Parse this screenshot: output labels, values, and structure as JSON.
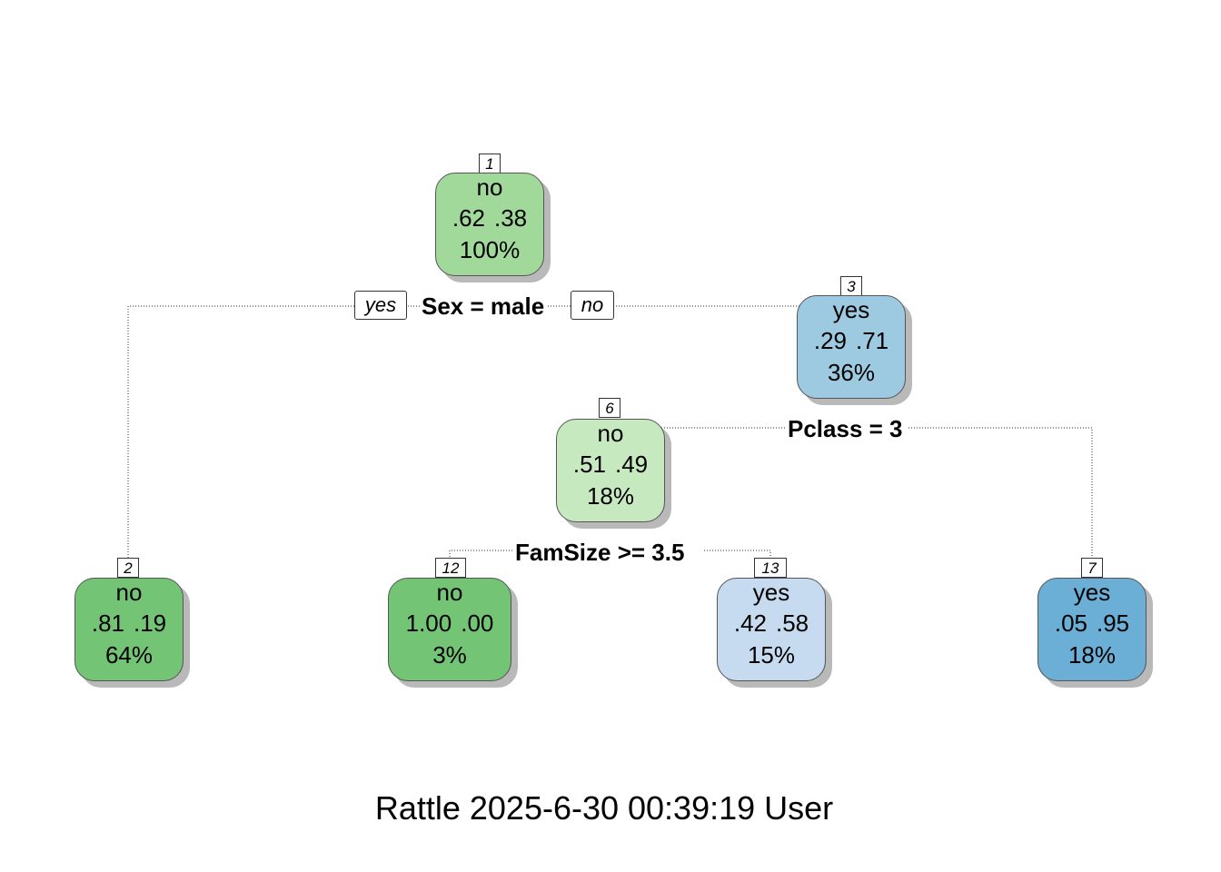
{
  "nodes": [
    {
      "id": "1",
      "label": "no",
      "p_no": ".62",
      "p_yes": ".38",
      "pct": "100%",
      "color": "#a1d99b"
    },
    {
      "id": "3",
      "label": "yes",
      "p_no": ".29",
      "p_yes": ".71",
      "pct": "36%",
      "color": "#9ecae1"
    },
    {
      "id": "6",
      "label": "no",
      "p_no": ".51",
      "p_yes": ".49",
      "pct": "18%",
      "color": "#c7e9c0"
    },
    {
      "id": "2",
      "label": "no",
      "p_no": ".81",
      "p_yes": ".19",
      "pct": "64%",
      "color": "#74c476"
    },
    {
      "id": "12",
      "label": "no",
      "p_no": "1.00",
      "p_yes": ".00",
      "pct": "3%",
      "color": "#74c476"
    },
    {
      "id": "13",
      "label": "yes",
      "p_no": ".42",
      "p_yes": ".58",
      "pct": "15%",
      "color": "#c6dbef"
    },
    {
      "id": "7",
      "label": "yes",
      "p_no": ".05",
      "p_yes": ".95",
      "pct": "18%",
      "color": "#6baed6"
    }
  ],
  "splits": {
    "root": "Sex = male",
    "node3": "Pclass = 3",
    "node6": "FamSize >= 3.5"
  },
  "branch_labels": {
    "yes": "yes",
    "no": "no"
  },
  "footer": "Rattle 2025-6-30 00:39:19 User"
}
